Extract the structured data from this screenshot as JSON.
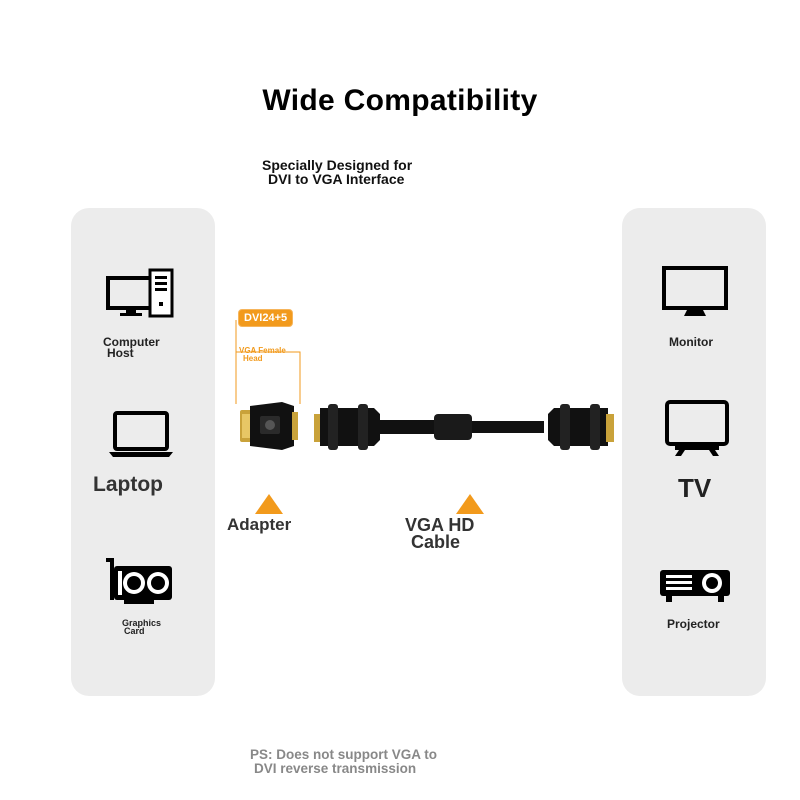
{
  "title": "Wide Compatibility",
  "subtitle": {
    "line1": "Specially Designed for",
    "line2": "DVI to VGA Interface"
  },
  "left_devices": [
    {
      "label": "Computer",
      "label2": "Host",
      "icon": "computer-host-icon"
    },
    {
      "label": "Laptop",
      "icon": "laptop-icon"
    },
    {
      "label": "Graphics",
      "label2": "Card",
      "icon": "graphics-card-icon"
    }
  ],
  "right_devices": [
    {
      "label": "Monitor",
      "icon": "monitor-icon"
    },
    {
      "label": "TV",
      "icon": "tv-icon"
    },
    {
      "label": "Projector",
      "icon": "projector-icon"
    }
  ],
  "adapter": {
    "badge": "DVI24+5",
    "female_line1": "VGA Female",
    "female_line2": "Head",
    "caption": "Adapter"
  },
  "cable": {
    "caption_line1": "VGA HD",
    "caption_line2": "Cable"
  },
  "note": {
    "line1": "PS: Does not support VGA to",
    "line2": "DVI reverse transmission"
  },
  "colors": {
    "accent": "#f29a1c",
    "panel": "#ececec",
    "note": "#888888"
  }
}
